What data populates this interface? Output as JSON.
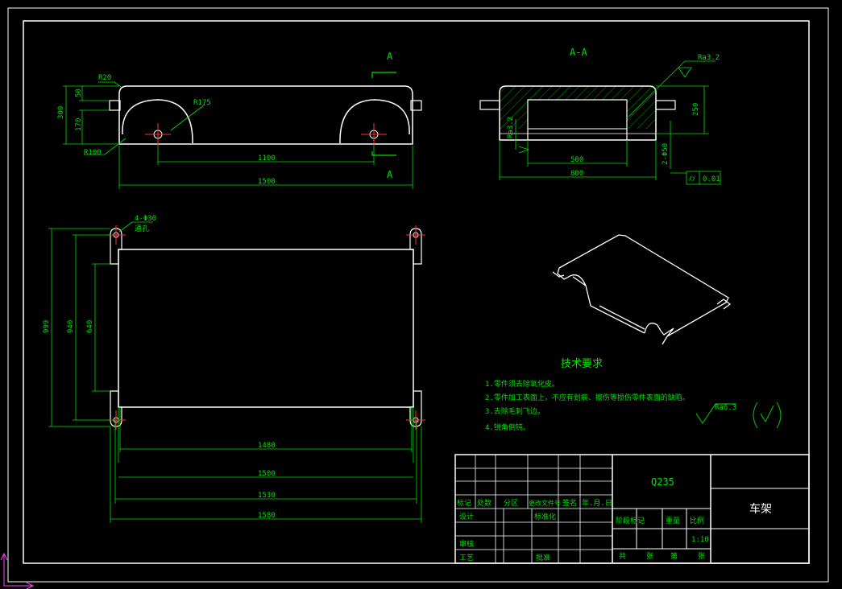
{
  "colors": {
    "background": "#000000",
    "outline": "#ffffff",
    "dimension": "#00e000",
    "center_mark": "#ff3030",
    "axis_ucs": "#ff40ff"
  },
  "front_view": {
    "section_label_top": "A",
    "section_label_bottom": "A",
    "dims": {
      "r20": "R20",
      "r175": "R175",
      "r100": "R100",
      "h300": "300",
      "h50": "50",
      "h170": "170",
      "w1100": "1100",
      "w1500": "1500"
    }
  },
  "section_view": {
    "title": "A-A",
    "dims": {
      "ra_top": "Ra3.2",
      "ra_left": "Ra3.2",
      "h250": "250",
      "w500": "500",
      "w800": "800",
      "dia": "2-Φ50",
      "tolerance_value": "0.01"
    }
  },
  "plan_view": {
    "hole_note_1": "4-Φ30",
    "hole_note_2": "通孔",
    "dims": {
      "v999": "999",
      "v940": "940",
      "v640": "640",
      "w1480": "1480",
      "w1500": "1500",
      "w1530": "1530",
      "w1580": "1580"
    }
  },
  "tech_requirements": {
    "title": "技术要求",
    "items": [
      "1.零件须去除氧化皮。",
      "2.零件加工表面上，不应有划痕、擦伤等损伤零件表面的缺陷。",
      "3.去除毛刺飞边。",
      "4.锐角倒钝。"
    ],
    "roughness": "Ra6.3"
  },
  "title_block": {
    "material": "Q235",
    "part_name": "车架",
    "row_labels": [
      "标记",
      "处数",
      "分区",
      "更改文件号",
      "签名",
      "年.月.日"
    ],
    "design": "设计",
    "standardization": "标准化",
    "review": "审核",
    "craft": "工艺",
    "approve": "批准",
    "stage_mark": "阶段标记",
    "weight": "重量",
    "scale": "比例",
    "scale_value": "1:10",
    "total": "共",
    "sheets": "张",
    "page": "第",
    "sheets2": "张"
  }
}
